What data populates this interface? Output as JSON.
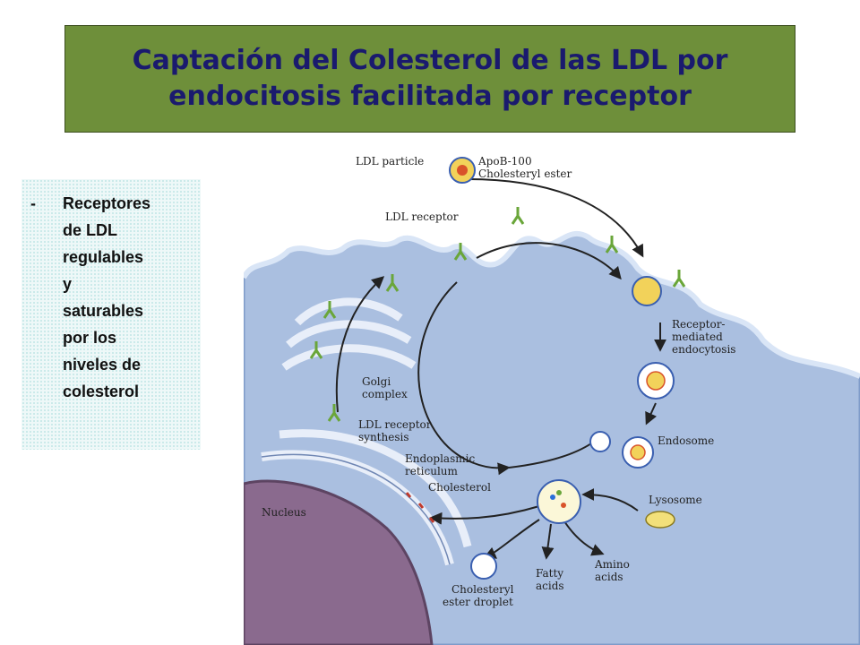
{
  "title": {
    "line1": "Captación del Colesterol de las LDL por",
    "line2": "endocitosis  facilitada por receptor"
  },
  "sidebar": {
    "dash": "-",
    "lines": [
      "Receptores",
      "de LDL",
      "regulables",
      "y",
      "saturables",
      "por los",
      "niveles de",
      "colesterol"
    ]
  },
  "diagram": {
    "labels": {
      "ldl_particle": "LDL particle",
      "apob": "ApoB-100",
      "cholesteryl_ester": "Cholesteryl ester",
      "ldl_receptor": "LDL receptor",
      "receptor_mediated_1": "Receptor-",
      "receptor_mediated_2": "mediated",
      "receptor_mediated_3": "endocytosis",
      "golgi_1": "Golgi",
      "golgi_2": "complex",
      "synthesis_1": "LDL receptor",
      "synthesis_2": "synthesis",
      "endosome": "Endosome",
      "er_1": "Endoplasmic",
      "er_2": "reticulum",
      "cholesterol": "Cholesterol",
      "lysosome": "Lysosome",
      "nucleus": "Nucleus",
      "droplet_1": "Cholesteryl",
      "droplet_2": "ester droplet",
      "fatty_1": "Fatty",
      "fatty_2": "acids",
      "amino_1": "Amino",
      "amino_2": "acids"
    },
    "colors": {
      "cytoplasm": "#aabfe0",
      "membrane": "#c8d8f0",
      "nucleus": "#8a6a8e",
      "receptor": "#6aa63a",
      "title_bg": "#6e8f3a",
      "title_text": "#1a1a6e"
    }
  }
}
